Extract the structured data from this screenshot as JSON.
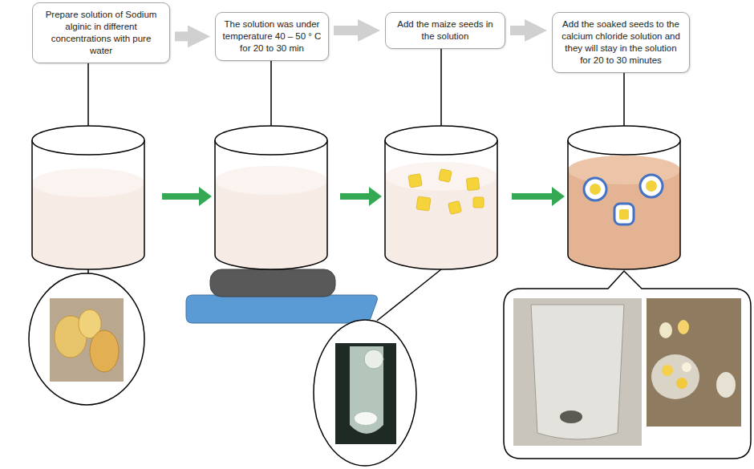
{
  "diagram": {
    "nodes": [
      {
        "text": [
          "Prepare solution of Sodium alginic in different concentrations with pure water"
        ]
      },
      {
        "text": [
          "The solution was under temperature 40 – 50 ° C for 20 to 30 min"
        ]
      },
      {
        "text": [
          "Add the maize seeds in the solution"
        ]
      },
      {
        "text": [
          "Add the soaked seeds to the calcium chloride solution and they will stay in the solution for 20 to 30 minutes"
        ]
      }
    ],
    "edges": [
      {
        "from": 0,
        "to": 1,
        "arrow": "to"
      },
      {
        "from": 1,
        "to": 2,
        "arrow": "to"
      },
      {
        "from": 2,
        "to": 3,
        "arrow": "to"
      }
    ]
  }
}
